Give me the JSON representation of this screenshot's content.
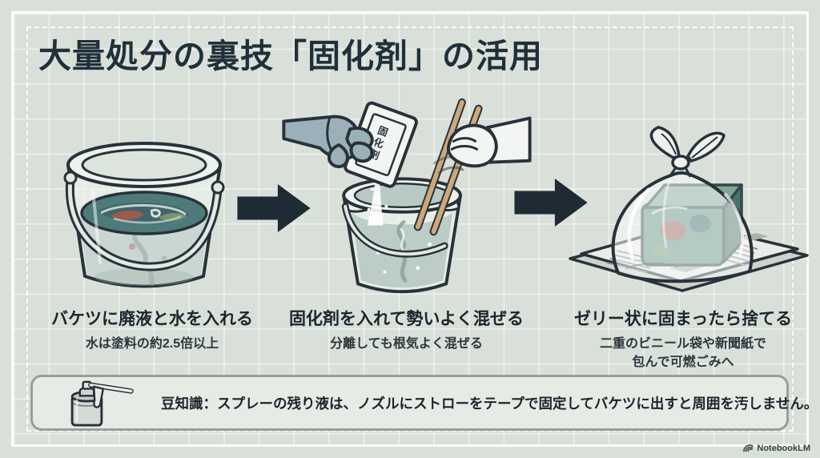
{
  "title": "大量処分の裏技「固化剤」の活用",
  "steps": [
    {
      "heading": "バケツに廃液と水を入れる",
      "sub": "水は塗料の約2.5倍以上",
      "illustration": "bucket-with-swirling-waste-paint"
    },
    {
      "heading": "固化剤を入れて勢いよく混ぜる",
      "sub": "分離しても根気よく混ぜる",
      "packet_label": "固化剤",
      "illustration": "pouring-solidifier-packet-and-stirring-with-chopsticks"
    },
    {
      "heading": "ゼリー状に固まったら捨てる",
      "sub": "二重のビニール袋や新聞紙で\n包んで可燃ごみへ",
      "illustration": "solidified-jelly-block-in-tied-bag-on-newspaper"
    }
  ],
  "tip": {
    "text": "豆知識：スプレーの残り液は、ノズルにストローをテープで固定してバケツに出すと周囲を汚しません。",
    "icon": "spray-can-with-straw"
  },
  "watermark": {
    "label": "NotebookLM",
    "icon": "notebooklm-logo"
  },
  "colors": {
    "background": "#d9e0d9",
    "grid_line": "#ffffff",
    "ink_outline": "#273239",
    "title_text": "#20303a",
    "arrow": "#1e2a34",
    "tip_box_bg": "#e7ebe6",
    "tip_box_border": "#95a09b",
    "paint_swirl_teal": "#4f7a7c",
    "paint_red": "#a65a4c",
    "paint_green": "#7e9a6f",
    "water": "#b9cac4",
    "gel_block": "#628e81",
    "chopsticks": "#cda87a",
    "glove_gray": "#9cb0ba"
  }
}
